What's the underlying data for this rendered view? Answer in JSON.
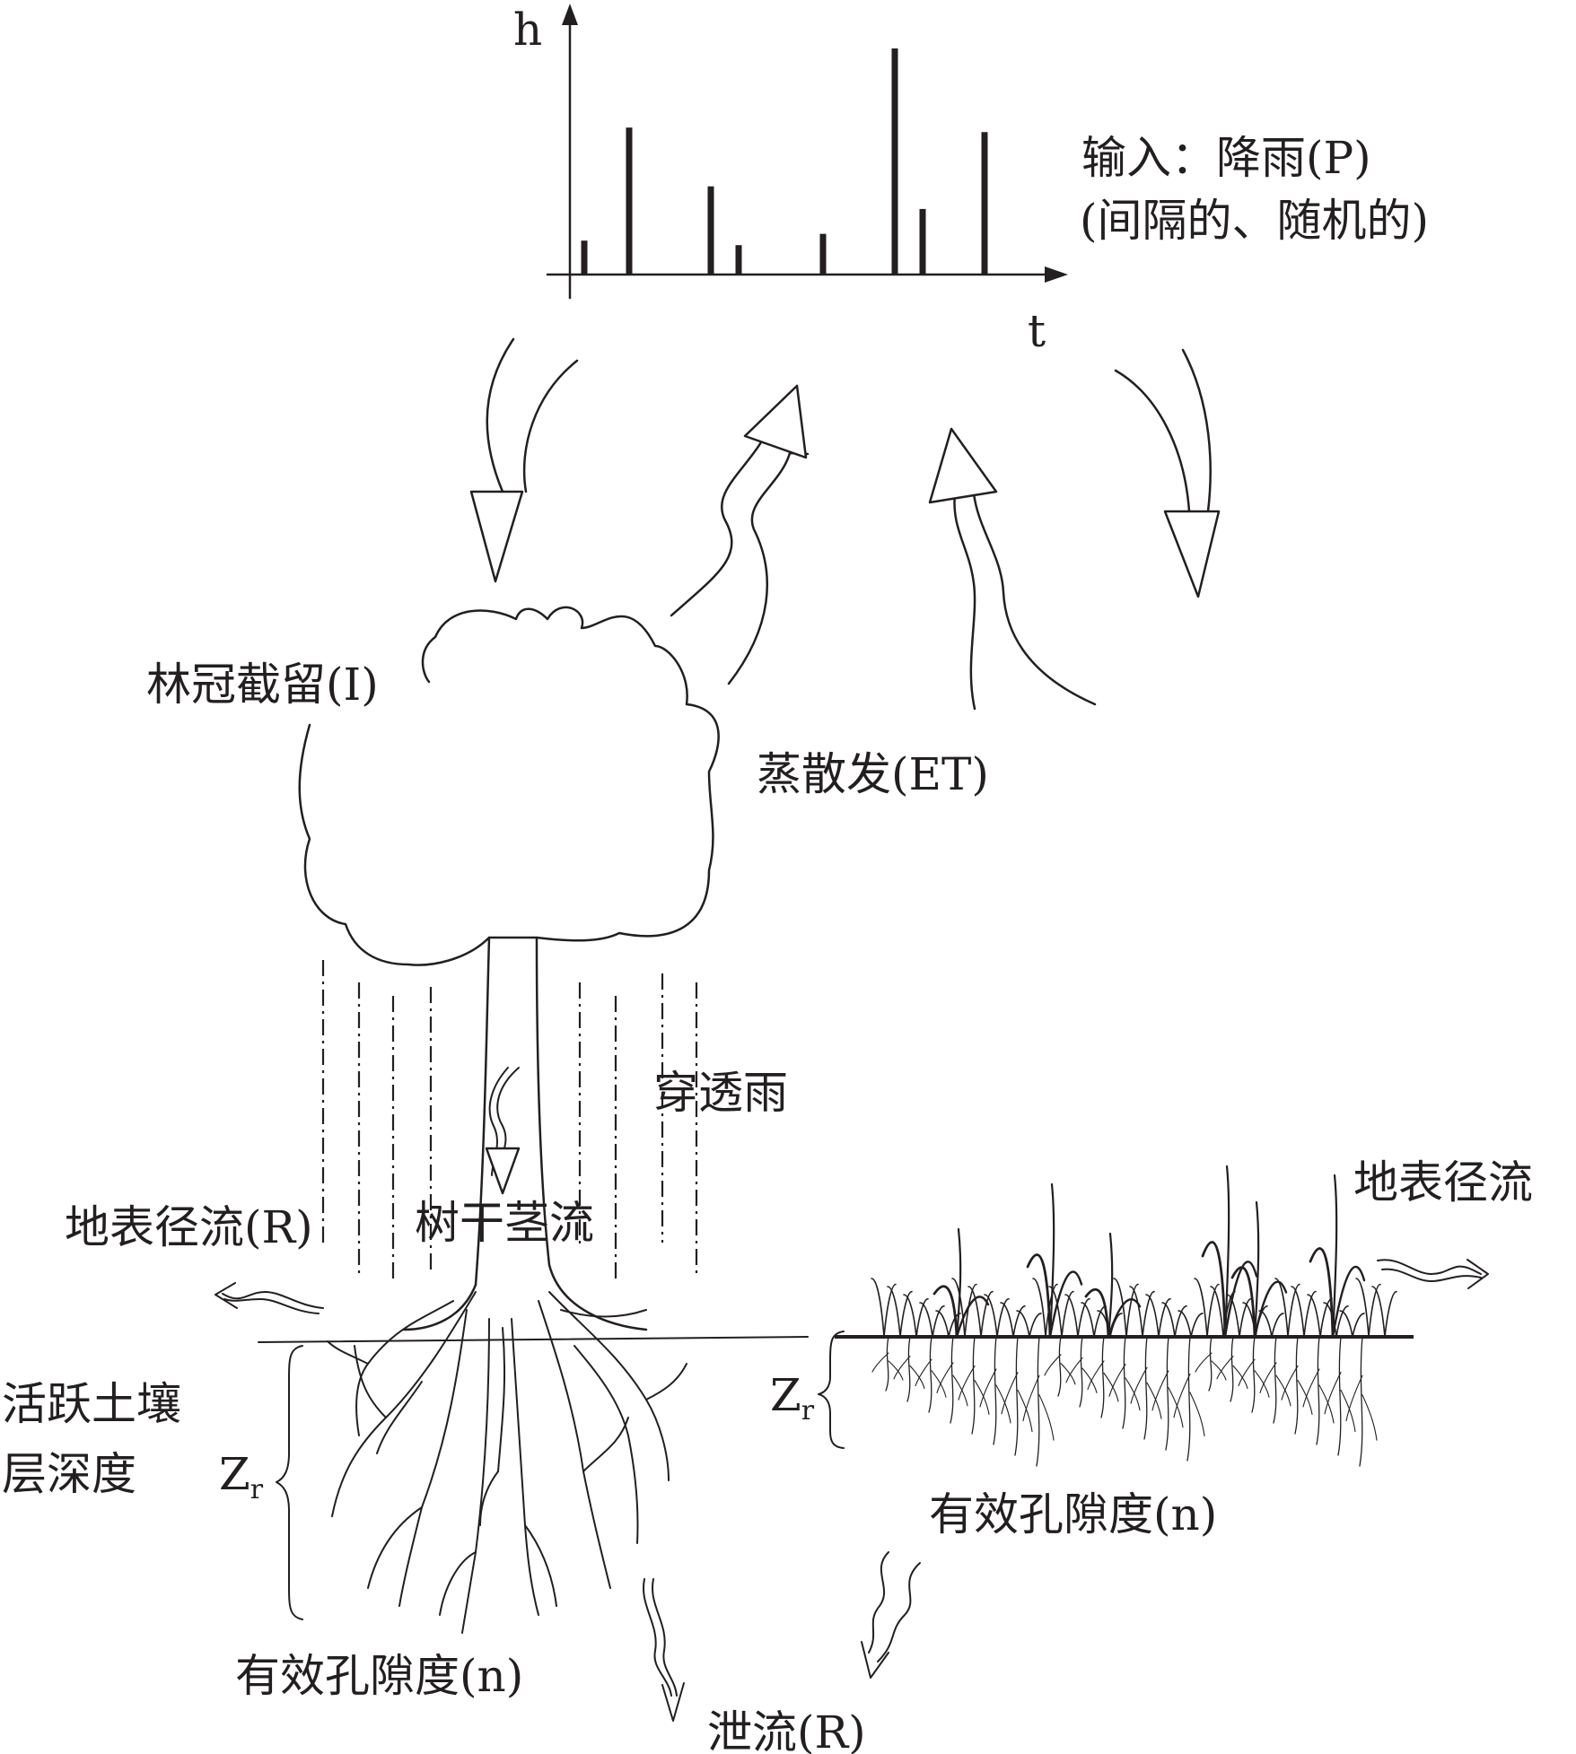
{
  "rainfall_chart": {
    "y_axis_label": "h",
    "x_axis_label": "t",
    "input_label_line1": "输入：降雨(P)",
    "input_label_line2": "(间隔的、随机的)"
  },
  "chart_data": {
    "type": "bar",
    "xlabel": "t",
    "ylabel": "h",
    "values": [
      0.15,
      0.65,
      0.39,
      0.13,
      0.18,
      1.0,
      0.29,
      0.63
    ]
  },
  "labels": {
    "canopy_interception": "林冠截留(I)",
    "evapotranspiration": "蒸散发(ET)",
    "throughfall": "穿透雨",
    "stemflow": "树干茎流",
    "surface_runoff_left": "地表径流(R)",
    "surface_runoff_right": "地表径流",
    "active_soil_depth_line1": "活跃土壤",
    "active_soil_depth_line2": "层深度",
    "zr_symbol": "Z",
    "zr_subscript": "r",
    "porosity_left": "有效孔隙度(n)",
    "porosity_right": "有效孔隙度(n)",
    "leakage": "泄流(R)"
  }
}
